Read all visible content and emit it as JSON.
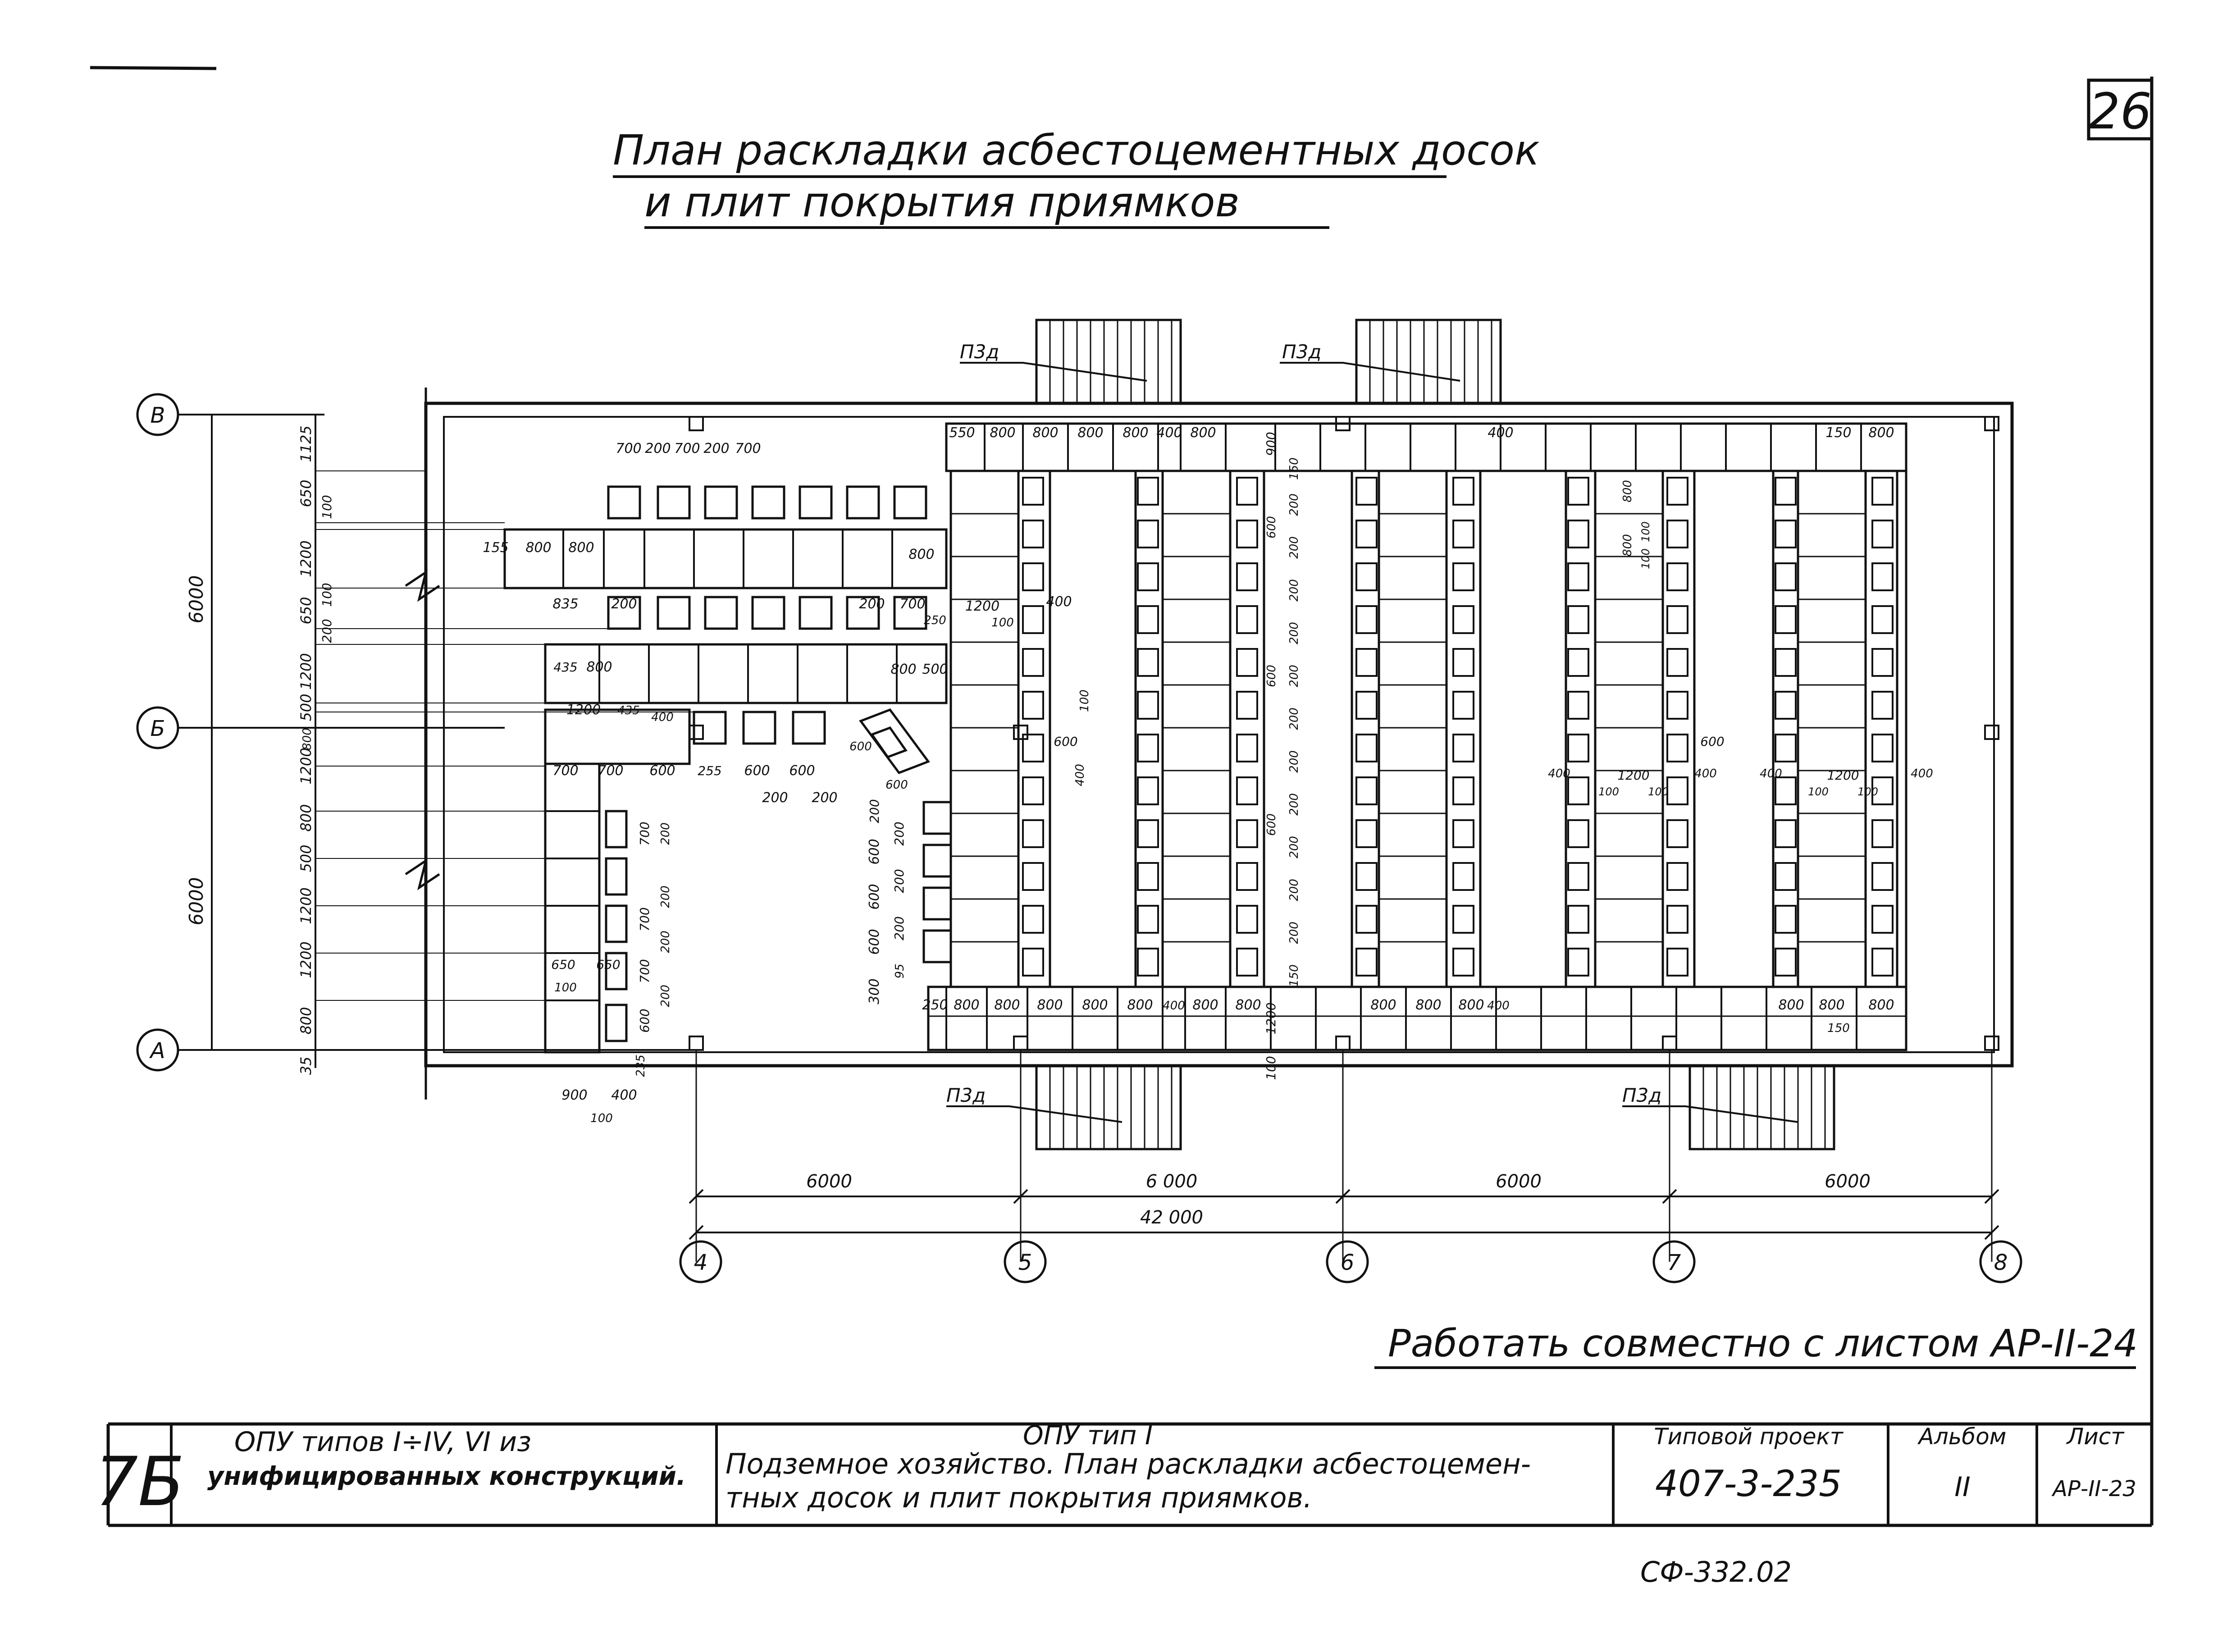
{
  "sheet_number": "26",
  "title": {
    "line1": "План раскладки асбестоцементных досок",
    "line2": "и плит покрытия приямков"
  },
  "axes": {
    "rows": [
      "В",
      "Б",
      "А"
    ],
    "columns": [
      "4",
      "5",
      "6",
      "7",
      "8"
    ],
    "column_spacing_labels": [
      "6000",
      "6 000",
      "6000",
      "6000"
    ],
    "total_length_label": "42 000",
    "left_dim_labels": [
      "6000",
      "6000"
    ]
  },
  "plate_mark": "П3д",
  "dims": {
    "top_bays": [
      "550",
      "800",
      "800",
      "800",
      "800",
      "400",
      "800"
    ],
    "top_right": [
      "150",
      "800"
    ],
    "top_mid": "400",
    "left_vertical": [
      "1125",
      "650",
      "100",
      "1200",
      "650",
      "100",
      "200",
      "1200",
      "500",
      "800",
      "1200",
      "800",
      "500",
      "1200",
      "1200",
      "800",
      "35"
    ],
    "row_top": [
      "700",
      "200",
      "700",
      "200",
      "700"
    ],
    "row2": [
      "155",
      "800",
      "800"
    ],
    "row3": [
      "835",
      "200",
      "200",
      "700",
      "250",
      "1200",
      "100",
      "400"
    ],
    "row4": [
      "435",
      "800",
      "800",
      "500"
    ],
    "row5": [
      "1200",
      "435",
      "400"
    ],
    "row6": [
      "700",
      "700",
      "600",
      "255",
      "600",
      "600",
      "200",
      "200",
      "600",
      "600"
    ],
    "central_col": [
      "900",
      "150",
      "200",
      "200",
      "200",
      "600",
      "200",
      "200",
      "200",
      "200",
      "600",
      "200",
      "200",
      "600",
      "200",
      "200",
      "150",
      "1200",
      "100"
    ],
    "bottom_bays": [
      "250",
      "800",
      "800",
      "800",
      "800",
      "800",
      "400",
      "800",
      "800",
      "800",
      "800",
      "800",
      "400",
      "800",
      "800",
      "800"
    ],
    "bottom_right": "150",
    "bottom_left": [
      "900",
      "400",
      "100",
      "235",
      "600",
      "200",
      "700",
      "200",
      "700",
      "200",
      "700",
      "200",
      "100",
      "650",
      "650"
    ],
    "center_detail": [
      "100",
      "600",
      "400"
    ],
    "right_detail": [
      "600",
      "400",
      "1200",
      "100",
      "100",
      "400",
      "400",
      "1200",
      "100",
      "100",
      "400"
    ],
    "right_col": [
      "800",
      "100",
      "800",
      "100"
    ],
    "stair_block": [
      "300",
      "600",
      "600",
      "600",
      "200",
      "200",
      "200",
      "200",
      "95"
    ]
  },
  "note": "Работать совместно с листом АР-II-24",
  "stamp": {
    "left_code": "7Б",
    "org_line1": "ОПУ типов I÷IV, VI из",
    "org_line2": "унифицированных конструкций.",
    "desc_line1": "ОПУ тип I",
    "desc_line2": "Подземное хозяйство. План раскладки асбестоцемен-",
    "desc_line3": "тных досок и плит покрытия приямков.",
    "project_label": "Типовой проект",
    "project_value": "407-3-235",
    "album_label": "Альбом",
    "album_value": "II",
    "sheet_label": "Лист",
    "sheet_value": "АР-II-23"
  },
  "footer_stamp": "СФ-332.02"
}
